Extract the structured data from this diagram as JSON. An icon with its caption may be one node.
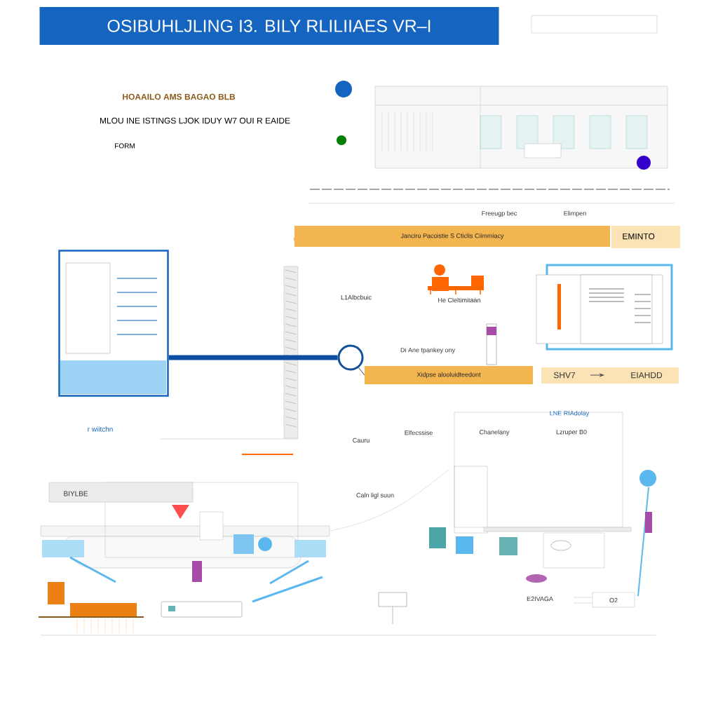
{
  "diagram": {
    "title": "OSIBUHLJLING I3. BILY RLILIIAES VR–I",
    "nodes": [
      {
        "text": [
          "Janciro Pacoistie S Cticlis Ciimmiacy"
        ],
        "beside": [
          "EMINTO"
        ]
      },
      {
        "text": [],
        "shape": "picture"
      },
      {
        "text": [],
        "shape": "circle"
      },
      {
        "text": [
          "Xidpse alooluidteedont"
        ]
      }
    ],
    "edges": [
      {
        "from": 1,
        "to": 2,
        "arrow": "none",
        "style": "thick",
        "color": "#0b4ea2"
      },
      {
        "from": 2,
        "to": 3,
        "arrow": "none"
      }
    ],
    "labels": [
      "HOAAILO AMS BAGAO BLB",
      "MLOU INE ISTINGS LJOK IDUY W7 OUI R EAIDE",
      "FORM",
      "Freeugp bec",
      "Elimpen",
      "L1Albcbuic",
      "He Cleltimitaan",
      "Di Ane tpankey ony",
      "SHV7",
      "EIAHDD",
      "r wiitchn",
      "LNE RIAdolay",
      "Elfecssise",
      "Chanelany",
      "Lzruper B0",
      "Cauru",
      "BIYLBE",
      "Caln ligl suun",
      "E2IVAGA",
      "O2"
    ]
  }
}
